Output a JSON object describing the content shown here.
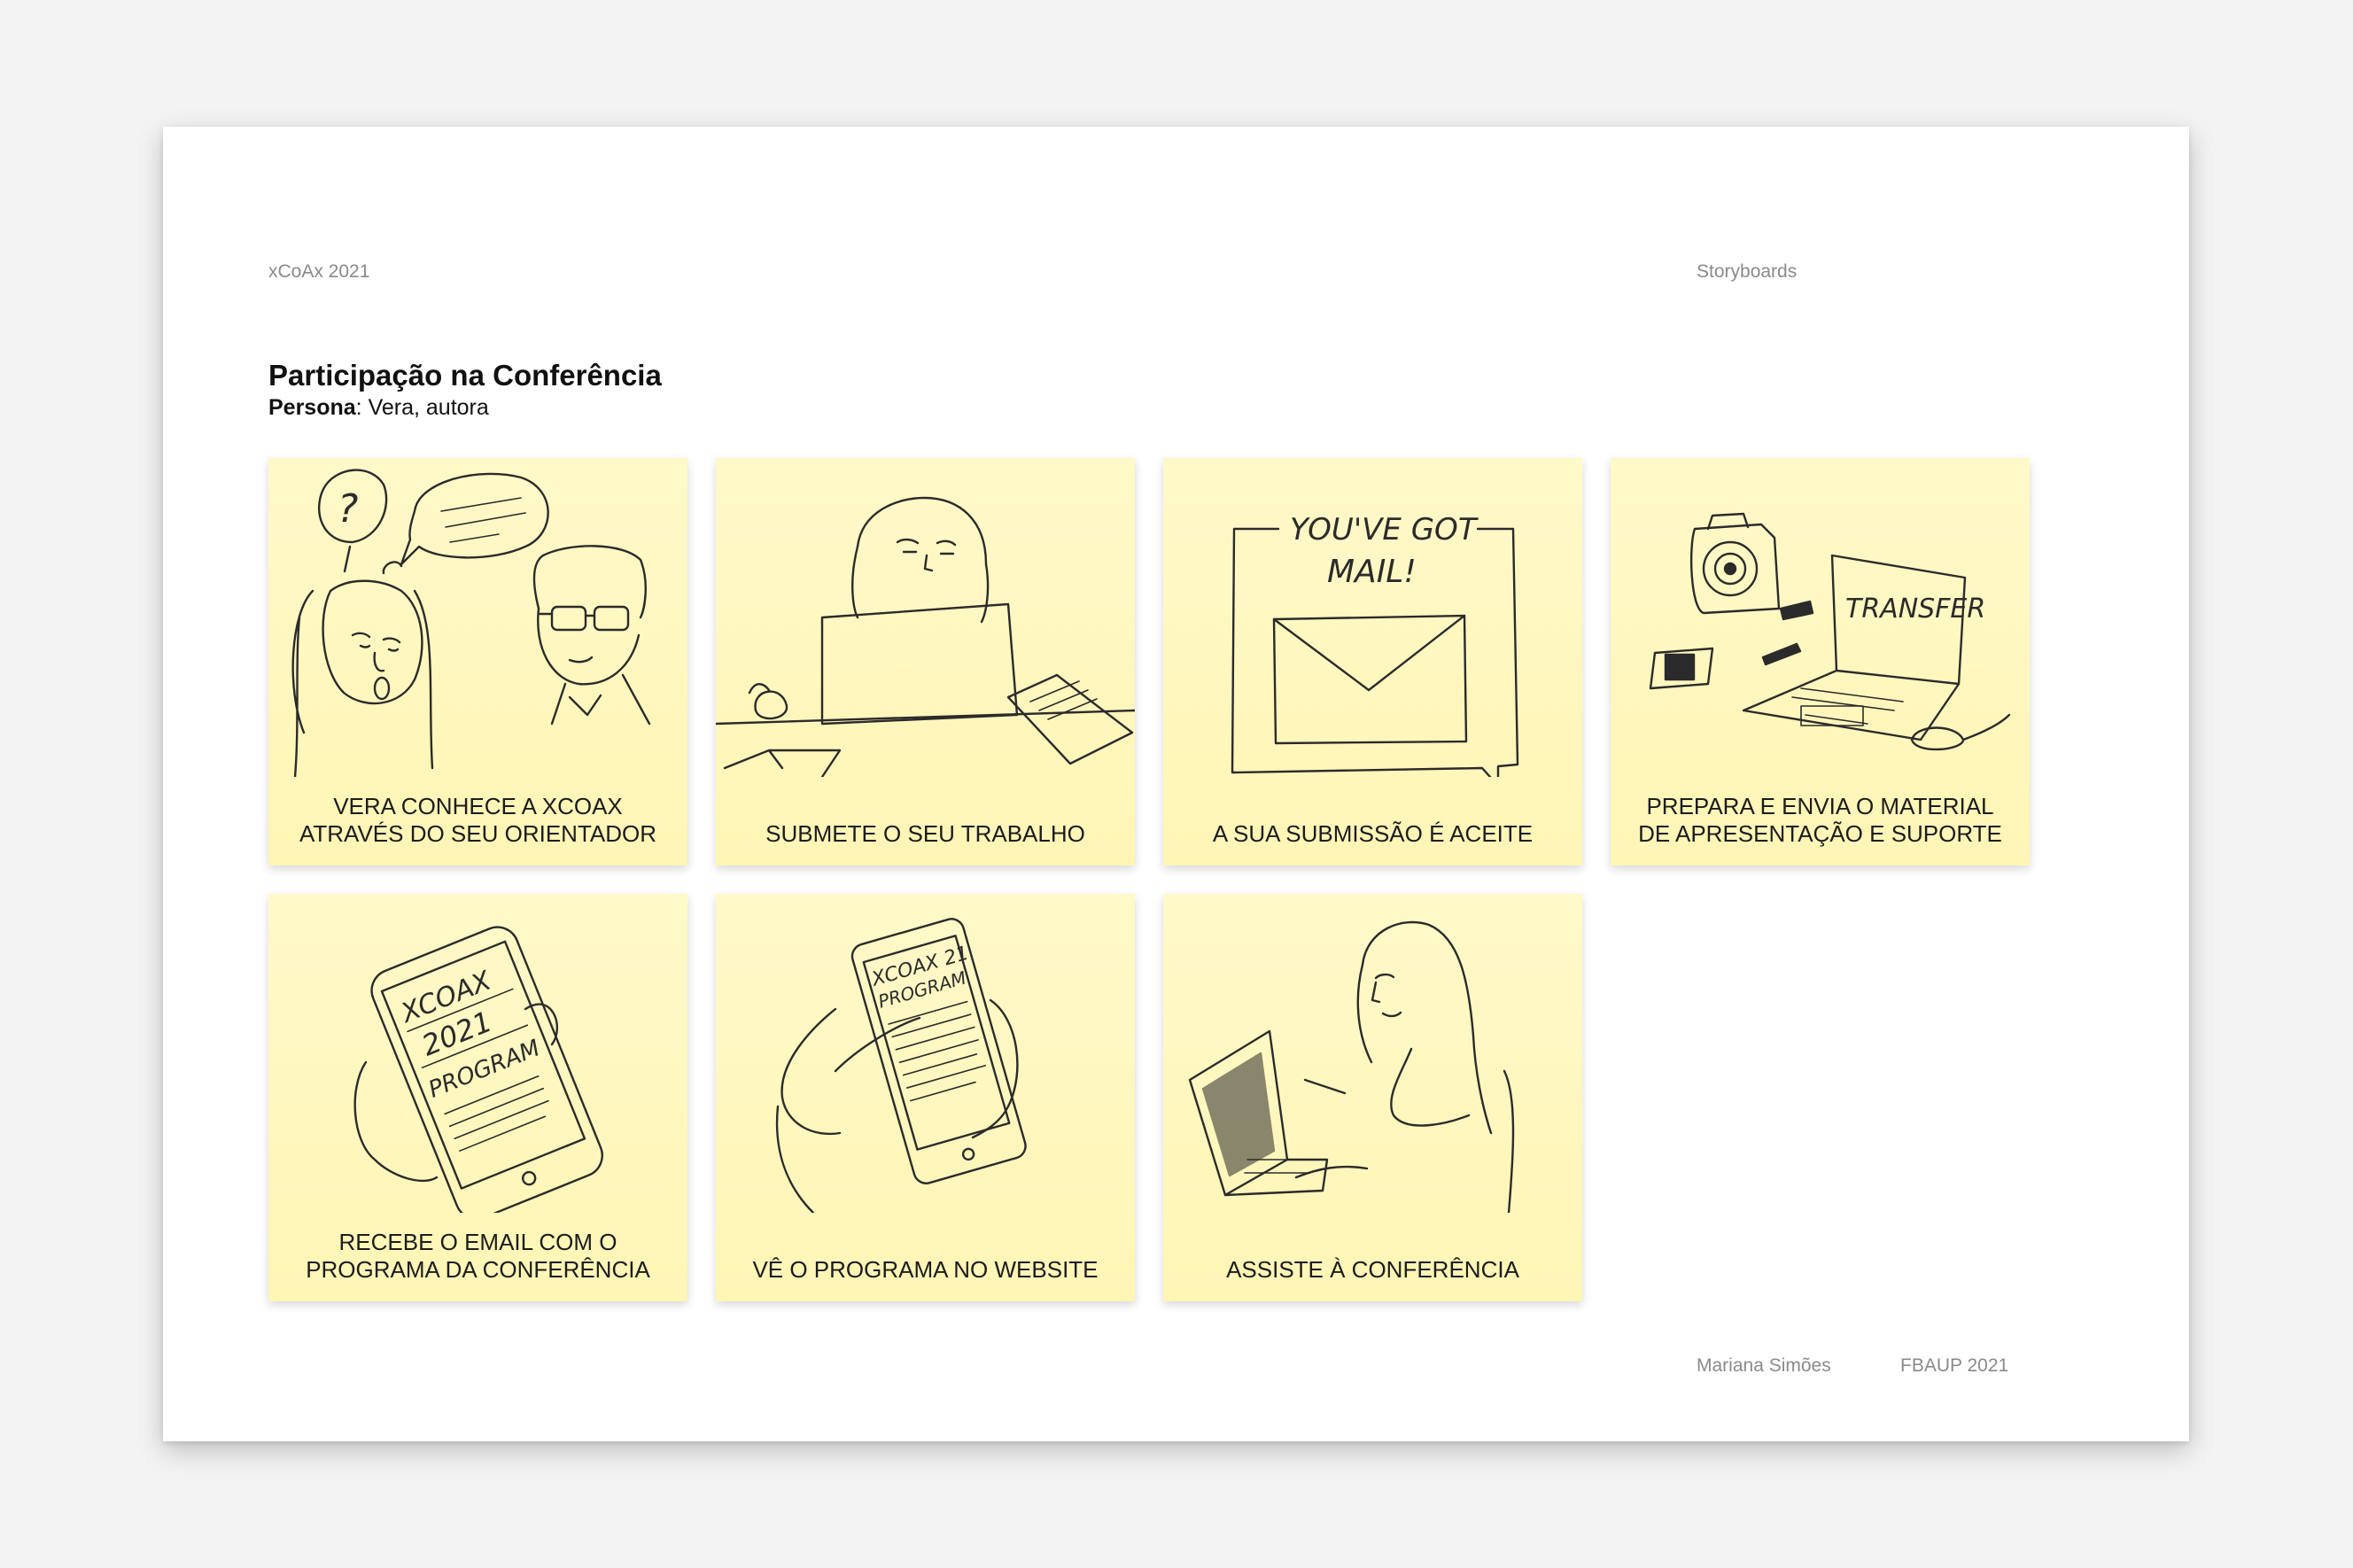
{
  "header": {
    "left": "xCoAx 2021",
    "right": "Storyboards"
  },
  "title": "Participação na Conferência",
  "persona": {
    "label": "Persona",
    "value": ": Vera, autora"
  },
  "panels": [
    {
      "caption": "VERA CONHECE A XCOAX\nATRAVÉS DO SEU ORIENTADOR",
      "icon": "conversation-sketch"
    },
    {
      "caption": "SUBMETE O SEU TRABALHO",
      "icon": "laptop-work-sketch"
    },
    {
      "caption": "A SUA SUBMISSÃO É ACEITE",
      "icon": "mail-sketch",
      "sketch_text": [
        "YOU'VE GOT",
        "MAIL!"
      ]
    },
    {
      "caption": "PREPARA E ENVIA O MATERIAL\nDE APRESENTAÇÃO E SUPORTE",
      "icon": "camera-laptop-sketch",
      "sketch_text": [
        "TRANSFER"
      ]
    },
    {
      "caption": "RECEBE O EMAIL COM O\nPROGRAMA DA CONFERÊNCIA",
      "icon": "phone-program-sketch",
      "sketch_text": [
        "XCOAX",
        "2021",
        "PROGRAM"
      ]
    },
    {
      "caption": "VÊ O PROGRAMA NO WEBSITE",
      "icon": "tablet-program-sketch",
      "sketch_text": [
        "XCOAX 21",
        "PROGRAM"
      ]
    },
    {
      "caption": "ASSISTE À CONFERÊNCIA",
      "icon": "video-call-sketch"
    }
  ],
  "footer": {
    "author": "Mariana Simões",
    "org": "FBAUP 2021"
  },
  "colors": {
    "background": "#f3f3f3",
    "sheet": "#ffffff",
    "card": "#fff6bd",
    "meta_text": "#8a8a8a",
    "text": "#111111"
  }
}
